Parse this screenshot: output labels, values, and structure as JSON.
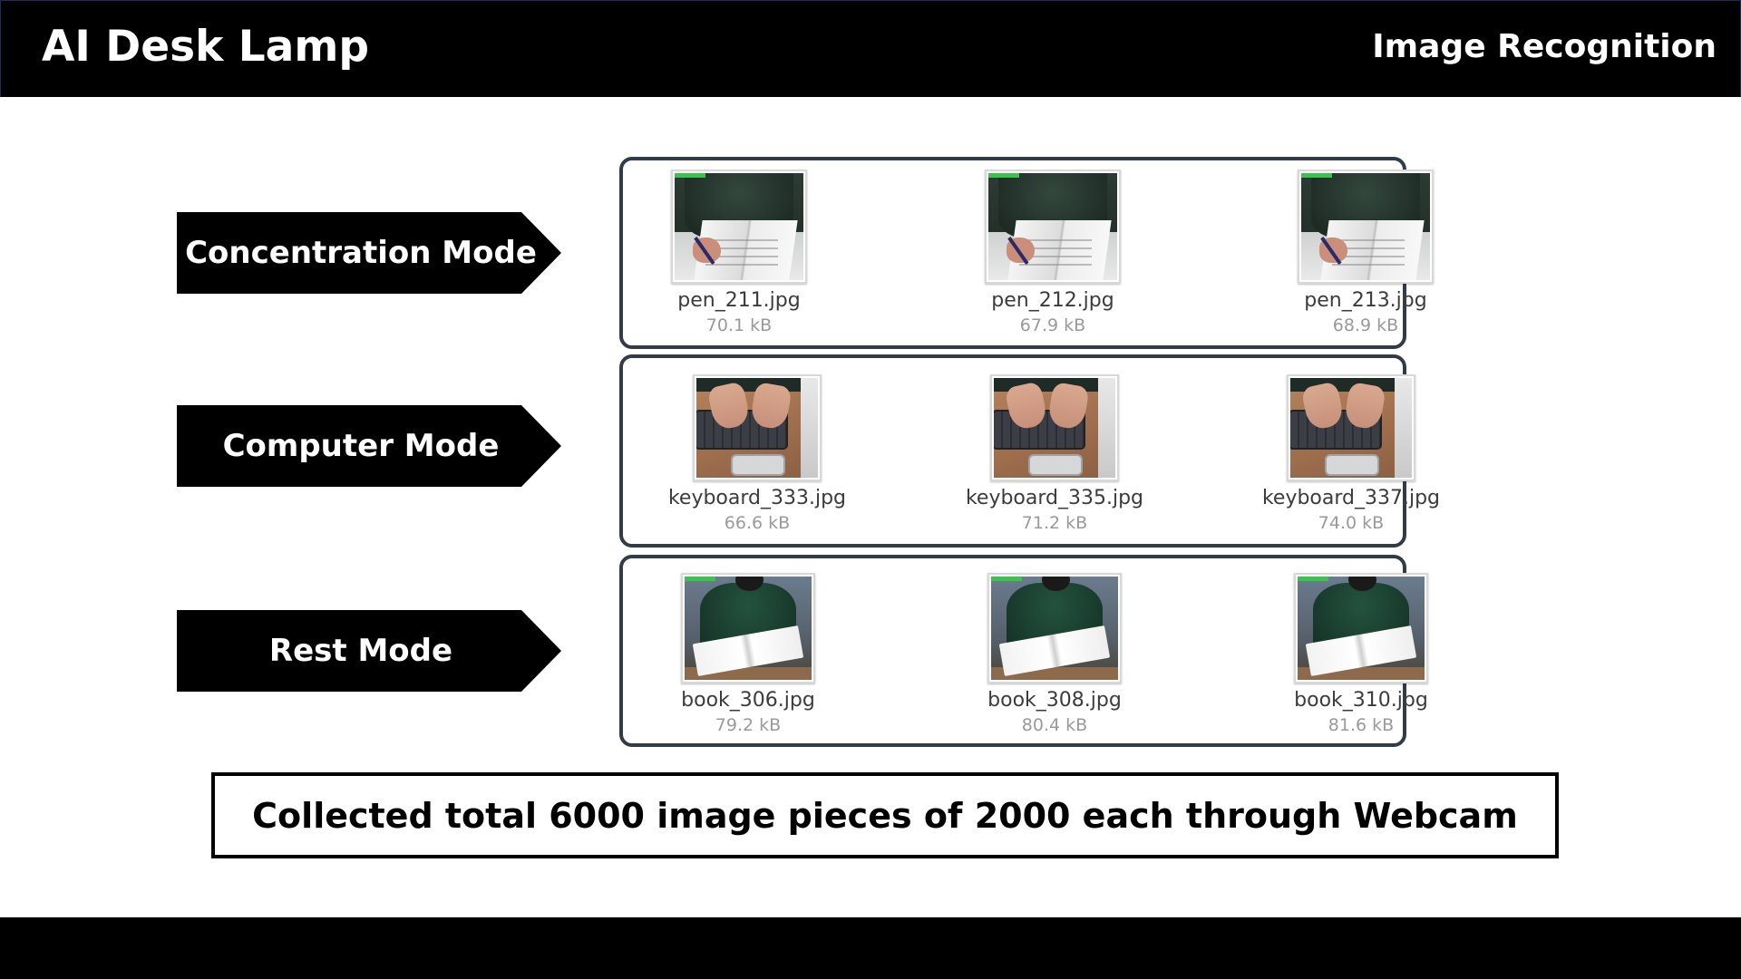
{
  "header": {
    "title": "AI Desk Lamp",
    "section": "Image Recognition"
  },
  "modes": [
    {
      "label": "Concentration Mode",
      "files": [
        {
          "name": "pen_211.jpg",
          "size": "70.1 kB"
        },
        {
          "name": "pen_212.jpg",
          "size": "67.9 kB"
        },
        {
          "name": "pen_213.jpg",
          "size": "68.9 kB"
        }
      ]
    },
    {
      "label": "Computer Mode",
      "files": [
        {
          "name": "keyboard_333.jpg",
          "size": "66.6 kB"
        },
        {
          "name": "keyboard_335.jpg",
          "size": "71.2 kB"
        },
        {
          "name": "keyboard_337.jpg",
          "size": "74.0 kB"
        }
      ]
    },
    {
      "label": "Rest Mode",
      "files": [
        {
          "name": "book_306.jpg",
          "size": "79.2 kB"
        },
        {
          "name": "book_308.jpg",
          "size": "80.4 kB"
        },
        {
          "name": "book_310.jpg",
          "size": "81.6 kB"
        }
      ]
    }
  ],
  "summary": {
    "text": "Collected total 6000 image pieces of 2000 each through Webcam"
  },
  "colors": {
    "bar": "#000000",
    "panel_border": "#343b48",
    "file_size_text": "#9a9a9a"
  }
}
